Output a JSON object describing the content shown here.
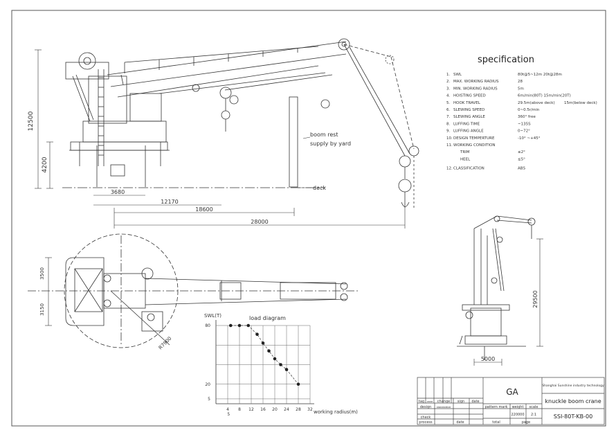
{
  "spec": {
    "title": "specification",
    "rows": [
      {
        "no": "1.",
        "name": "SWL",
        "value": "80t@5~12m 20t@28m",
        "value2": ""
      },
      {
        "no": "2.",
        "name": "MAX. WORKING RADIUS",
        "value": "28",
        "value2": ""
      },
      {
        "no": "3.",
        "name": "MIN. WORKING RADIUS",
        "value": "5m",
        "value2": ""
      },
      {
        "no": "4.",
        "name": "HOISTING SPEED",
        "value": "6m/min(80T) 15m/min(20T)",
        "value2": ""
      },
      {
        "no": "5.",
        "name": "HOOK TRAVEL",
        "value": "29.5m(above deck)",
        "value2": "15m(below deck)"
      },
      {
        "no": "6.",
        "name": "SLEWING SPEED",
        "value": "0~0.5r/min",
        "value2": ""
      },
      {
        "no": "7.",
        "name": "SLEWING ANGLE",
        "value": "360°  free",
        "value2": ""
      },
      {
        "no": "8.",
        "name": "LUFFING TIME",
        "value": "~135S",
        "value2": ""
      },
      {
        "no": "9.",
        "name": "LUFFING ANGLE",
        "value": "0~72°",
        "value2": ""
      },
      {
        "no": "10.",
        "name": "DESIGN TEMPERTURE",
        "value": "-10° ~+45°",
        "value2": ""
      },
      {
        "no": "11.",
        "name": "WORKING CONDITION",
        "value": "",
        "value2": ""
      },
      {
        "no": "",
        "name": "TRIM",
        "value": "≤2°",
        "value2": ""
      },
      {
        "no": "",
        "name": "HEEL",
        "value": "≤5°",
        "value2": ""
      },
      {
        "no": "12.",
        "name": "CLASSIFICATION",
        "value": "ABS",
        "value2": ""
      }
    ]
  },
  "elevation": {
    "dim_height_total": "12500",
    "dim_height_base": "4200",
    "dim_base": "3680",
    "dim_r1": "12170",
    "dim_r2": "18600",
    "dim_r3": "28000",
    "label_boom_rest": "boom rest",
    "label_supply": "supply by yard",
    "label_deck": "deck"
  },
  "plan": {
    "dim_left_top": "3500",
    "dim_left_bottom": "3150",
    "dim_radius": "R7900"
  },
  "side_view": {
    "dim_height": "29500",
    "dim_width": "5000"
  },
  "load_diagram": {
    "title": "load diagram",
    "ylabel": "SWL(T)",
    "xlabel": "working radius(m)",
    "y_ticks": [
      "80",
      "20",
      "5"
    ],
    "x_ticks": [
      "4",
      "8",
      "12",
      "16",
      "20",
      "24",
      "28",
      "32"
    ],
    "x_extra": "5"
  },
  "chart_data": {
    "type": "scatter",
    "title": "load diagram",
    "xlabel": "working radius(m)",
    "ylabel": "SWL(T)",
    "x": [
      5,
      8,
      11,
      14,
      16,
      18,
      20,
      22,
      24,
      28
    ],
    "y": [
      80,
      80,
      80,
      71,
      62,
      54,
      46,
      40,
      35,
      20
    ],
    "x_range": [
      0,
      32
    ],
    "y_range": [
      0,
      80
    ],
    "grid": true
  },
  "title_block": {
    "sheet_title": "GA",
    "company": "Shanghai Sunshine industry technology",
    "drawing_name": "knuckle boom crane",
    "drawing_no": "SSI-80T-KB-00",
    "label_tag": "tag",
    "label_zone": "zone",
    "label_change": "change",
    "label_sign": "sign",
    "label_date": "date",
    "label_design": "design",
    "label_standardize": "standardize",
    "label_check": "check",
    "label_process": "process",
    "label_approve": "date",
    "label_pattern": "pattern mark",
    "label_weight": "weight",
    "label_scale": "scale",
    "weight_value": "220000",
    "scale_value": "2:1",
    "label_total": "total",
    "label_page": "page"
  }
}
